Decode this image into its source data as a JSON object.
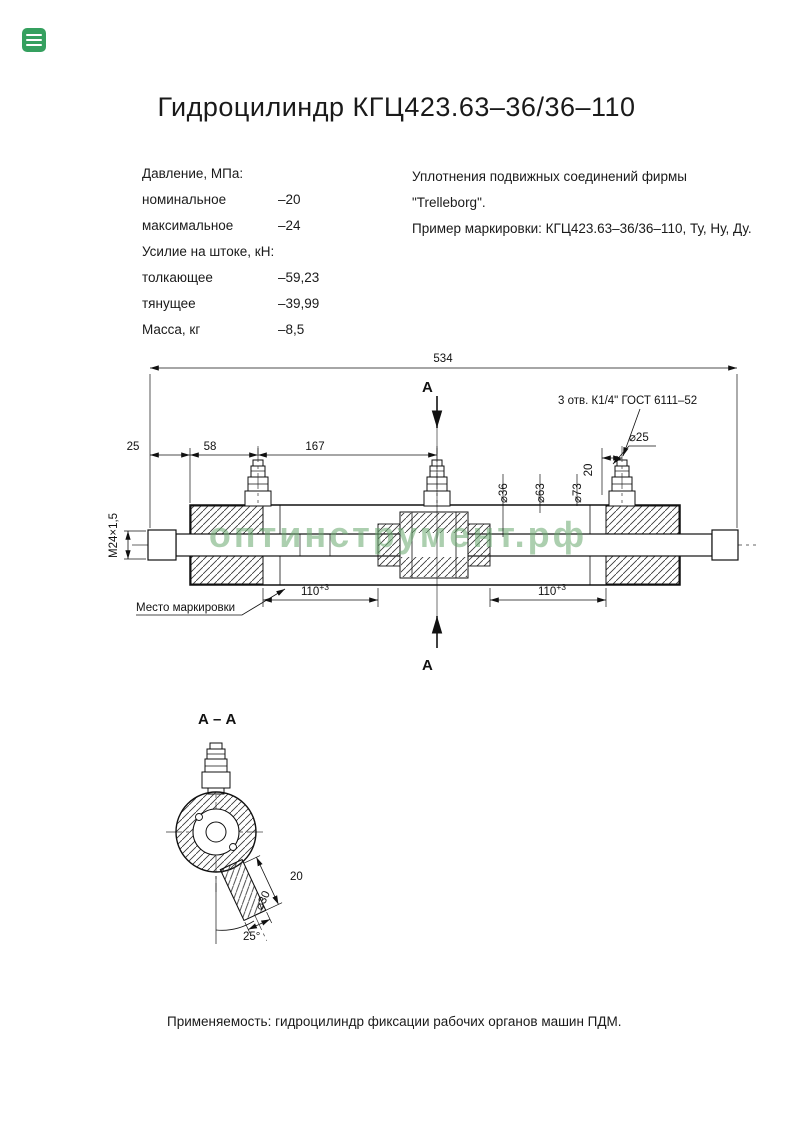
{
  "page": {
    "title": "Гидроцилиндр КГЦ423.63–36/36–110",
    "watermark": "оптинструмент.рф",
    "applicability": "Применяемость: гидроцилиндр фиксации рабочих органов машин ПДМ."
  },
  "colors": {
    "watermark_green": "#69a96f",
    "menu_icon_green": "#35a05f"
  },
  "specs": {
    "rows": [
      {
        "label": "Давление, МПа:",
        "value": ""
      },
      {
        "label": "номинальное",
        "value": "–20"
      },
      {
        "label": "максимальное",
        "value": "–24"
      },
      {
        "label": "Усилие на штоке, кН:",
        "value": ""
      },
      {
        "label": "толкающее",
        "value": "–59,23"
      },
      {
        "label": "тянущее",
        "value": "–39,99"
      },
      {
        "label": "Масса, кг",
        "value": "–8,5"
      }
    ]
  },
  "notes": {
    "lines": [
      "Уплотнения подвижных соединений фирмы",
      "\"Trelleborg\".",
      "Пример маркировки: КГЦ423.63–36/36–110, Ту, Ну, Ду."
    ]
  },
  "main": {
    "dim_534": "534",
    "dim_25": "25",
    "dim_58": "58",
    "dim_167": "167",
    "dim_20": "20",
    "thread": "М24×1,5",
    "dia_36": "⌀36",
    "dia_63": "⌀63",
    "dia_73": "⌀73",
    "dia_25": "⌀25",
    "ports_note": "3 отв. К1/4\" ГОСТ 6111–52",
    "marking_label": "Место маркировки",
    "dim_110": "110",
    "dim_110_tol": "+3",
    "section_letter": "А"
  },
  "section": {
    "title": "А – А",
    "dia_30": "⌀30",
    "dim_20": "20",
    "angle": "25°"
  }
}
